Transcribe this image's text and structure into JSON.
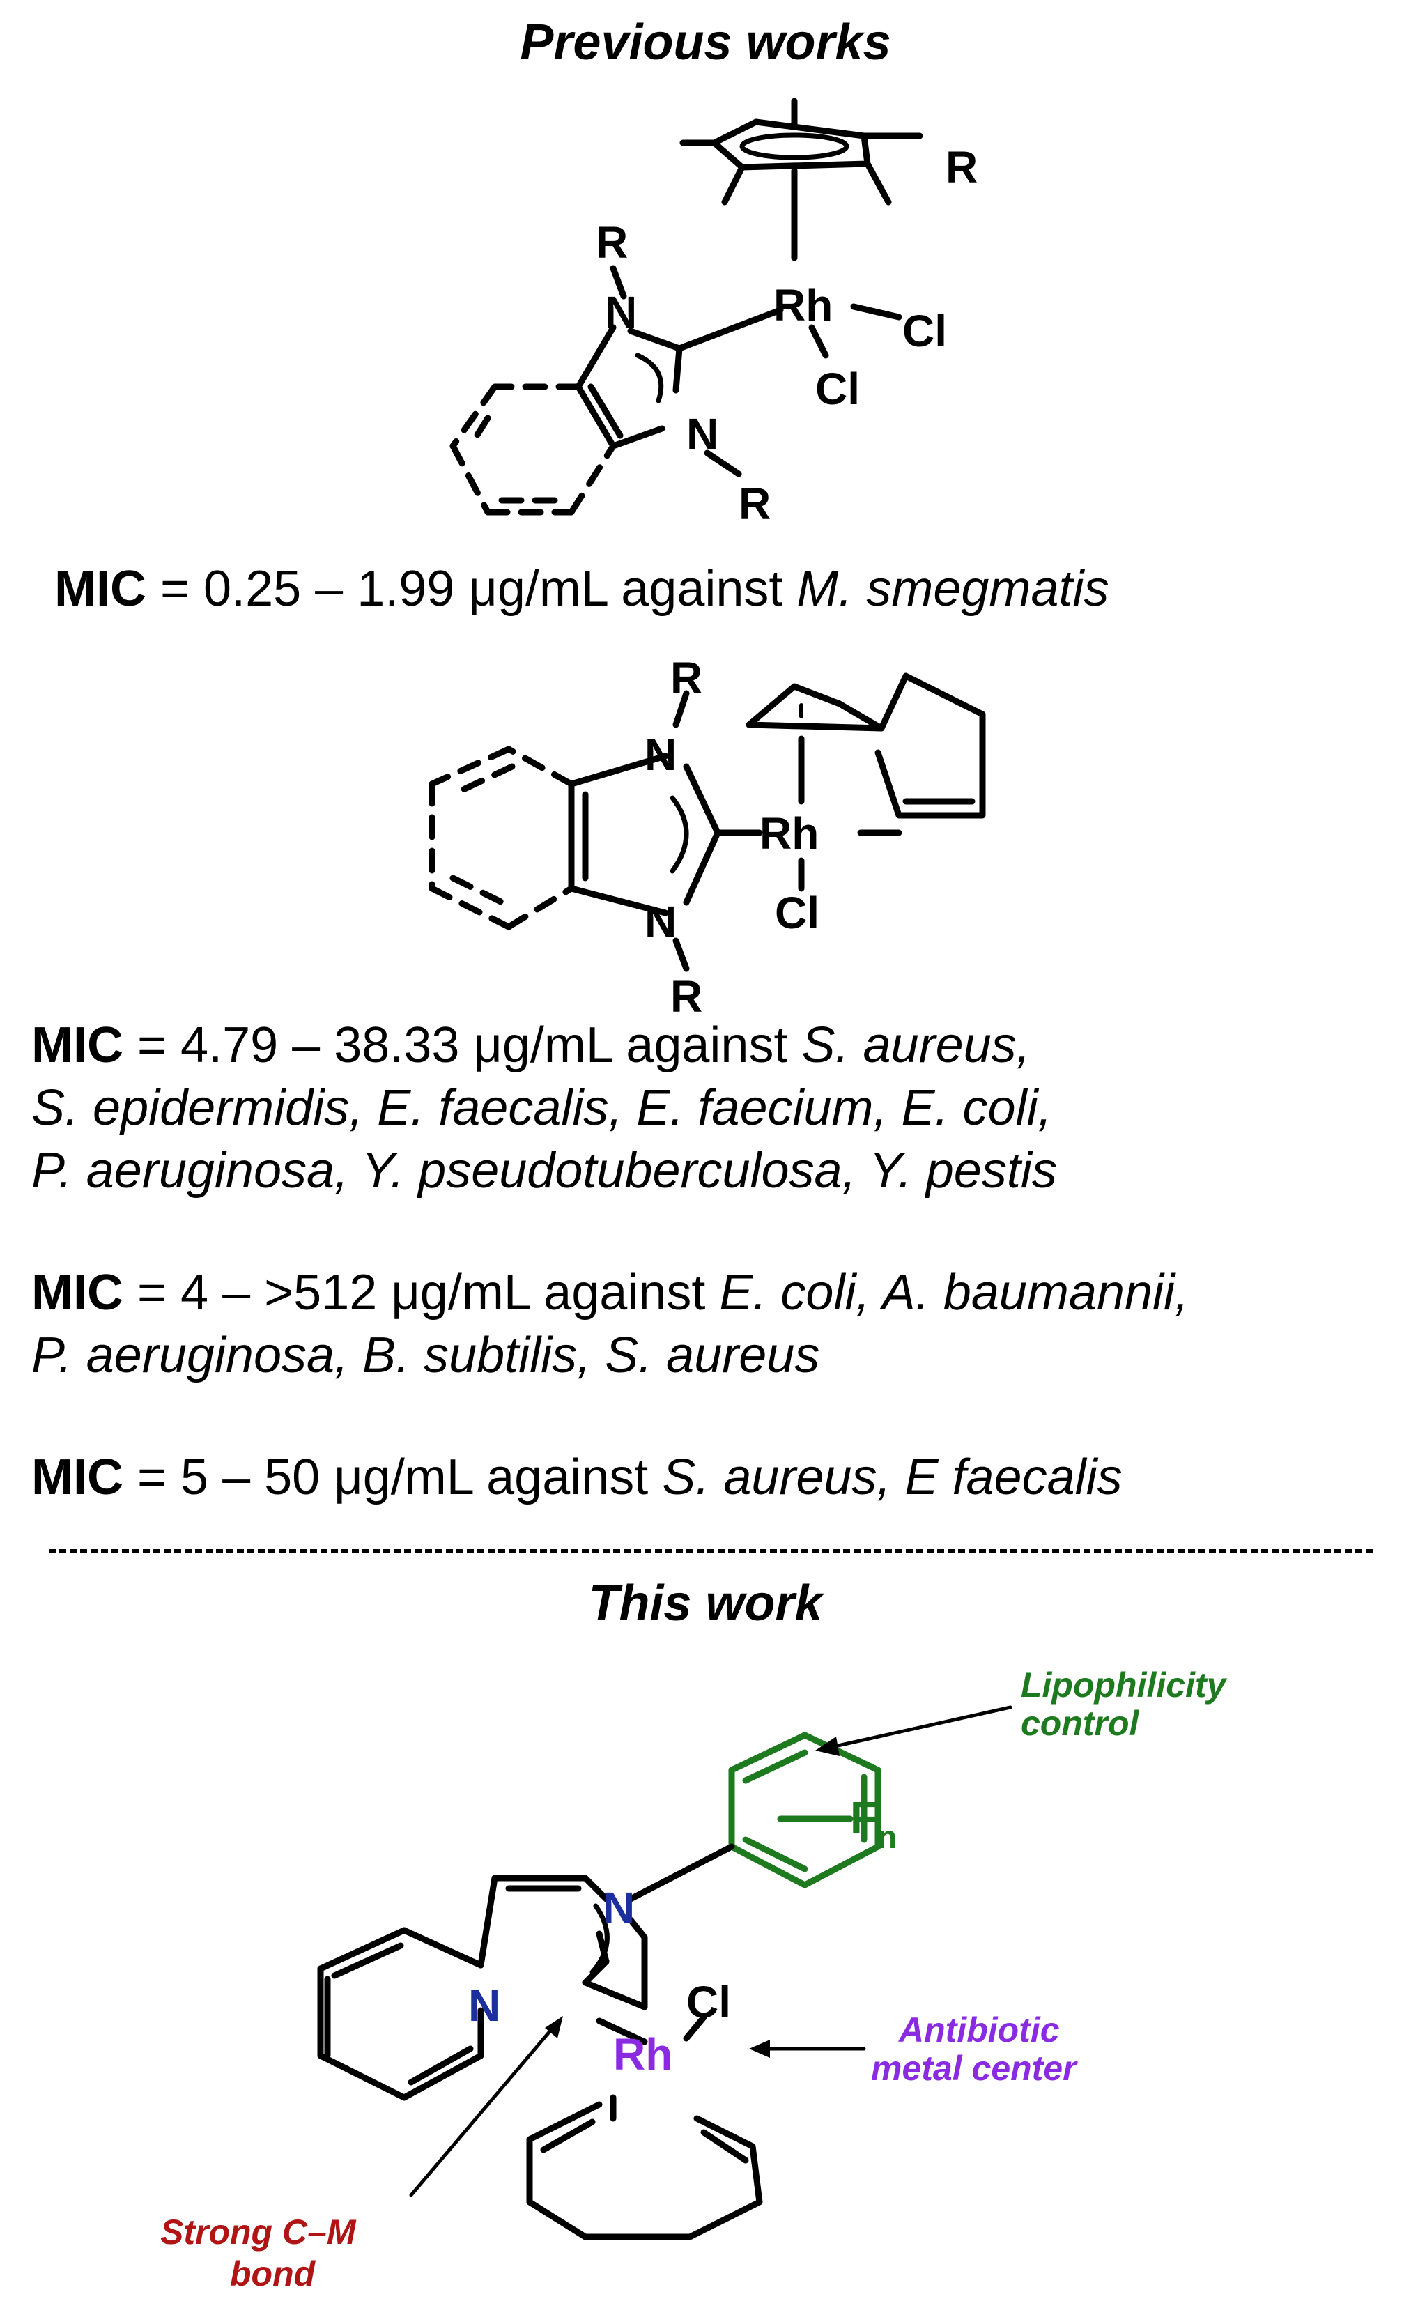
{
  "headings": {
    "previous": "Previous works",
    "this_work": "This work"
  },
  "structure1": {
    "r_top": "R",
    "r_bottom": "R",
    "r_cp": "R",
    "n_top": "N",
    "n_bottom": "N",
    "metal": "Rh",
    "cl1": "Cl",
    "cl2": "Cl"
  },
  "mic1": {
    "label": "MIC",
    "text": " = 0.25 – 1.99 μg/mL against ",
    "organisms": "M. smegmatis"
  },
  "structure2": {
    "r_top": "R",
    "r_bottom": "R",
    "n_top": "N",
    "n_bottom": "N",
    "metal": "Rh",
    "cl": "Cl"
  },
  "mic2": {
    "label": "MIC",
    "text": " = 4.79 – 38.33 μg/mL against ",
    "org_line1": "S. aureus,",
    "org_line2": "S. epidermidis, E. faecalis, E. faecium, E. coli,",
    "org_line3": "P. aeruginosa, Y. pseudotuberculosa, Y. pestis"
  },
  "mic3": {
    "label": "MIC",
    "text": " = 4 – >512 μg/mL against ",
    "org_line1": "E. coli, A. baumannii,",
    "org_line2": "P. aeruginosa, B. subtilis, S. aureus"
  },
  "mic4": {
    "label": "MIC",
    "text": " = 5 – 50 μg/mL against ",
    "organisms": "S. aureus, E faecalis"
  },
  "structure3": {
    "n_top": "N",
    "n_bottom": "N",
    "metal": "Rh",
    "cl": "Cl",
    "fluorine": "F",
    "fluorine_sub": "n"
  },
  "annotations": {
    "lipophilicity_1": "Lipophilicity",
    "lipophilicity_2": "control",
    "antibiotic_1": "Antibiotic",
    "antibiotic_2": "metal center",
    "bond_1": "Strong C–M",
    "bond_2": "bond"
  },
  "colors": {
    "green": "#1e7a1e",
    "blue": "#1c2f9e",
    "purple": "#8a2be2",
    "red": "#b01414",
    "black": "#000000"
  }
}
